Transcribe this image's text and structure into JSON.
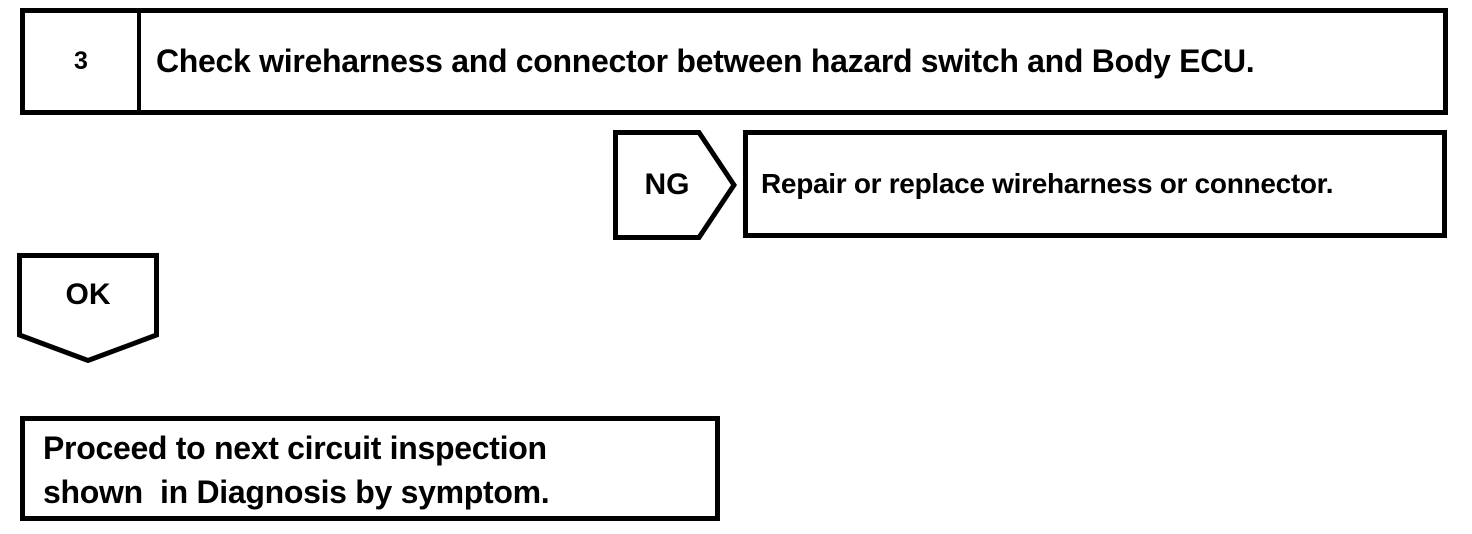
{
  "step": {
    "number": "3",
    "instruction": "Check wireharness and connector between hazard switch and Body ECU."
  },
  "ng_branch": {
    "label": "NG",
    "action": "Repair or replace wireharness or connector."
  },
  "ok_branch": {
    "label": "OK"
  },
  "result": {
    "line1": "Proceed to next circuit inspection",
    "line2": "shown  in Diagnosis by symptom."
  },
  "colors": {
    "line": "#000000",
    "background": "#ffffff"
  }
}
